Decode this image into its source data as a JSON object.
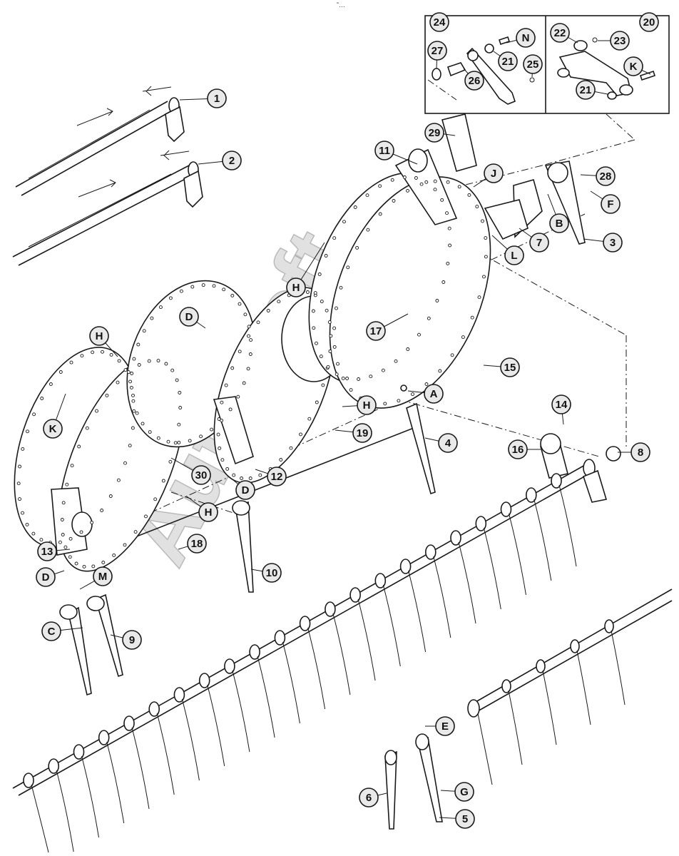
{
  "header_mark": "˜…",
  "watermark": "AutoSoft",
  "callouts": [
    {
      "id": "1",
      "label": "1"
    },
    {
      "id": "2",
      "label": "2"
    },
    {
      "id": "3",
      "label": "3"
    },
    {
      "id": "4",
      "label": "4"
    },
    {
      "id": "5",
      "label": "5"
    },
    {
      "id": "6",
      "label": "6"
    },
    {
      "id": "7",
      "label": "7"
    },
    {
      "id": "8",
      "label": "8"
    },
    {
      "id": "9",
      "label": "9"
    },
    {
      "id": "10",
      "label": "10"
    },
    {
      "id": "11",
      "label": "11"
    },
    {
      "id": "12",
      "label": "12"
    },
    {
      "id": "13",
      "label": "13"
    },
    {
      "id": "14",
      "label": "14"
    },
    {
      "id": "15",
      "label": "15"
    },
    {
      "id": "16",
      "label": "16"
    },
    {
      "id": "17",
      "label": "17"
    },
    {
      "id": "18",
      "label": "18"
    },
    {
      "id": "19",
      "label": "19"
    },
    {
      "id": "20",
      "label": "20"
    },
    {
      "id": "21a",
      "label": "21"
    },
    {
      "id": "21b",
      "label": "21"
    },
    {
      "id": "22",
      "label": "22"
    },
    {
      "id": "23",
      "label": "23"
    },
    {
      "id": "24",
      "label": "24"
    },
    {
      "id": "25",
      "label": "25"
    },
    {
      "id": "26",
      "label": "26"
    },
    {
      "id": "27",
      "label": "27"
    },
    {
      "id": "28",
      "label": "28"
    },
    {
      "id": "29",
      "label": "29"
    },
    {
      "id": "30",
      "label": "30"
    },
    {
      "id": "A",
      "label": "A"
    },
    {
      "id": "B",
      "label": "B"
    },
    {
      "id": "C",
      "label": "C"
    },
    {
      "id": "D1",
      "label": "D"
    },
    {
      "id": "D2",
      "label": "D"
    },
    {
      "id": "D3",
      "label": "D"
    },
    {
      "id": "E",
      "label": "E"
    },
    {
      "id": "F",
      "label": "F"
    },
    {
      "id": "G",
      "label": "G"
    },
    {
      "id": "H1",
      "label": "H"
    },
    {
      "id": "H2",
      "label": "H"
    },
    {
      "id": "H3",
      "label": "H"
    },
    {
      "id": "H4",
      "label": "H"
    },
    {
      "id": "J",
      "label": "J"
    },
    {
      "id": "K1",
      "label": "K"
    },
    {
      "id": "K2",
      "label": "K"
    },
    {
      "id": "L",
      "label": "L"
    },
    {
      "id": "M",
      "label": "M"
    },
    {
      "id": "N",
      "label": "N"
    }
  ]
}
